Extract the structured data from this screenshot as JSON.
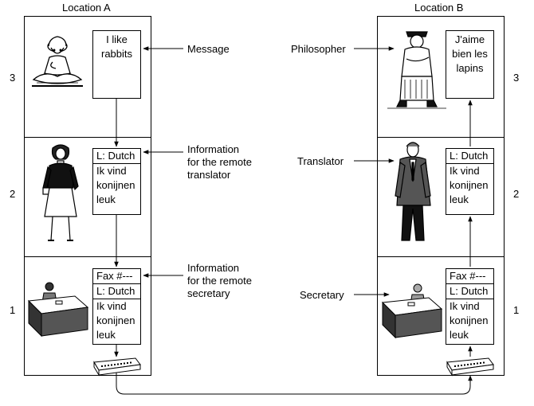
{
  "locations": {
    "a_title": "Location A",
    "b_title": "Location B"
  },
  "layers": {
    "three": "3",
    "two": "2",
    "one": "1"
  },
  "location_a": {
    "message_l3": "I like rabbits",
    "l2_header": "L: Dutch",
    "l2_body_1": "Ik vind",
    "l2_body_2": "konijnen",
    "l2_body_3": "leuk",
    "l1_fax": "Fax #---",
    "l1_header": "L: Dutch",
    "l1_body_1": "Ik vind",
    "l1_body_2": "konijnen",
    "l1_body_3": "leuk"
  },
  "location_b": {
    "message_l3": "J'aime bien les lapins",
    "l2_header": "L: Dutch",
    "l2_body_1": "Ik vind",
    "l2_body_2": "konijnen",
    "l2_body_3": "leuk",
    "l1_fax": "Fax #---",
    "l1_header": "L: Dutch",
    "l1_body_1": "Ik vind",
    "l1_body_2": "konijnen",
    "l1_body_3": "leuk"
  },
  "labels": {
    "message": "Message",
    "info_translator_1": "Information",
    "info_translator_2": "for the remote",
    "info_translator_3": "translator",
    "info_secretary_1": "Information",
    "info_secretary_2": "for the remote",
    "info_secretary_3": "secretary",
    "philosopher": "Philosopher",
    "translator": "Translator",
    "secretary": "Secretary"
  }
}
